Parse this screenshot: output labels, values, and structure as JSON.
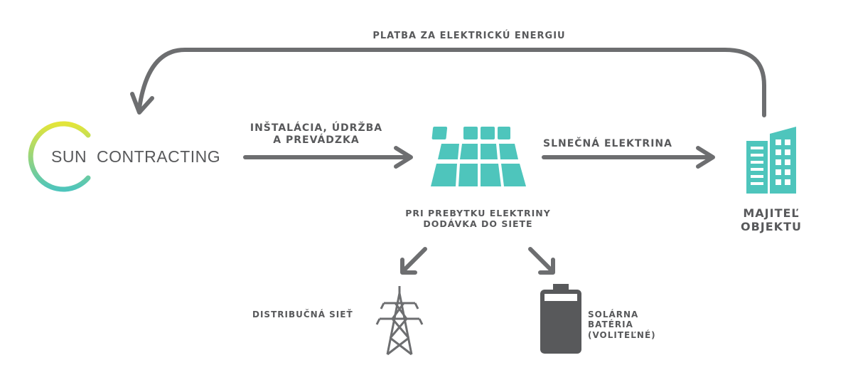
{
  "logo": {
    "sun_text": "SUN",
    "contracting_text": "CONTRACTING",
    "ring_colors": [
      "#e3e53a",
      "#4ec5bc"
    ]
  },
  "labels": {
    "payment": "PLATBA ZA ELEKTRICKÚ ENERGIU",
    "installation_line1": "INŠTALÁCIA, ÚDRŽBA",
    "installation_line2": "A PREVÁDZKA",
    "solar_electricity": "SLNEČNÁ ELEKTRINA",
    "surplus_line1": "PRI PREBYTKU ELEKTRINY",
    "surplus_line2": "DODÁVKA DO SIETE",
    "owner_line1": "MAJITEĽ",
    "owner_line2": "OBJEKTU",
    "grid": "DISTRIBUČNÁ SIEŤ",
    "battery_line1": "SOLÁRNA",
    "battery_line2": "BATÉRIA",
    "battery_line3": "(VOLITEĽNÉ)"
  },
  "colors": {
    "arrow": "#6d6e70",
    "text": "#58595b",
    "teal": "#4ec5bc",
    "dark_grey": "#58595b"
  },
  "icons": [
    "solar-panel-icon",
    "building-icon",
    "power-pylon-icon",
    "battery-icon"
  ]
}
